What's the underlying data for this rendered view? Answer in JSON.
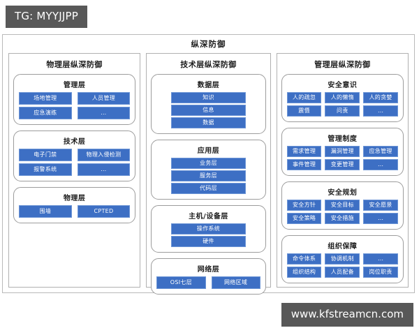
{
  "overlay": {
    "tg_tag": "TG: MYYJJPP",
    "watermark": "www.kfstreamcn.com"
  },
  "diagram": {
    "title": "纵深防御",
    "columns": [
      {
        "title": "物理层纵深防御",
        "layout": "grid2",
        "groups": [
          {
            "title": "管理层",
            "cells": [
              "场地管理",
              "人员管理",
              "应急演练",
              "…"
            ]
          },
          {
            "title": "技术层",
            "cells": [
              "电子门禁",
              "物理入侵检测",
              "报警系统",
              "…"
            ]
          },
          {
            "title": "物理层",
            "cells": [
              "围墙",
              "CPTED"
            ]
          }
        ]
      },
      {
        "title": "技术层纵深防御",
        "layout": "stack",
        "groups": [
          {
            "title": "数据层",
            "cells": [
              "知识",
              "信息",
              "数据"
            ]
          },
          {
            "title": "应用层",
            "cells": [
              "业务层",
              "服务层",
              "代码层"
            ]
          },
          {
            "title": "主机/设备层",
            "cells": [
              "操作系统",
              "硬件"
            ]
          },
          {
            "title": "网络层",
            "cells": [
              "OSI七层",
              "网络区域"
            ]
          }
        ]
      },
      {
        "title": "管理层纵深防御",
        "layout": "grid3",
        "groups": [
          {
            "title": "安全意识",
            "cells": [
              "人的疏忽",
              "人的懒惰",
              "人的贪婪",
              "震慑",
              "问责",
              "…"
            ]
          },
          {
            "title": "管理制度",
            "cells": [
              "需求管理",
              "漏洞管理",
              "应急管理",
              "事件管理",
              "变更管理",
              "…"
            ]
          },
          {
            "title": "安全规划",
            "cells": [
              "安全方针",
              "安全目标",
              "安全愿景",
              "安全策略",
              "安全措施",
              "…"
            ]
          },
          {
            "title": "组织保障",
            "cells": [
              "命令体系",
              "协调机制",
              "…",
              "组织结构",
              "人员配备",
              "岗位职责"
            ]
          }
        ]
      }
    ]
  },
  "colors": {
    "cell_fill": "#3d6fc4",
    "cell_border": "#6e96d6",
    "frame_border": "#b9b9b9",
    "overlay_bg": "#585858"
  }
}
